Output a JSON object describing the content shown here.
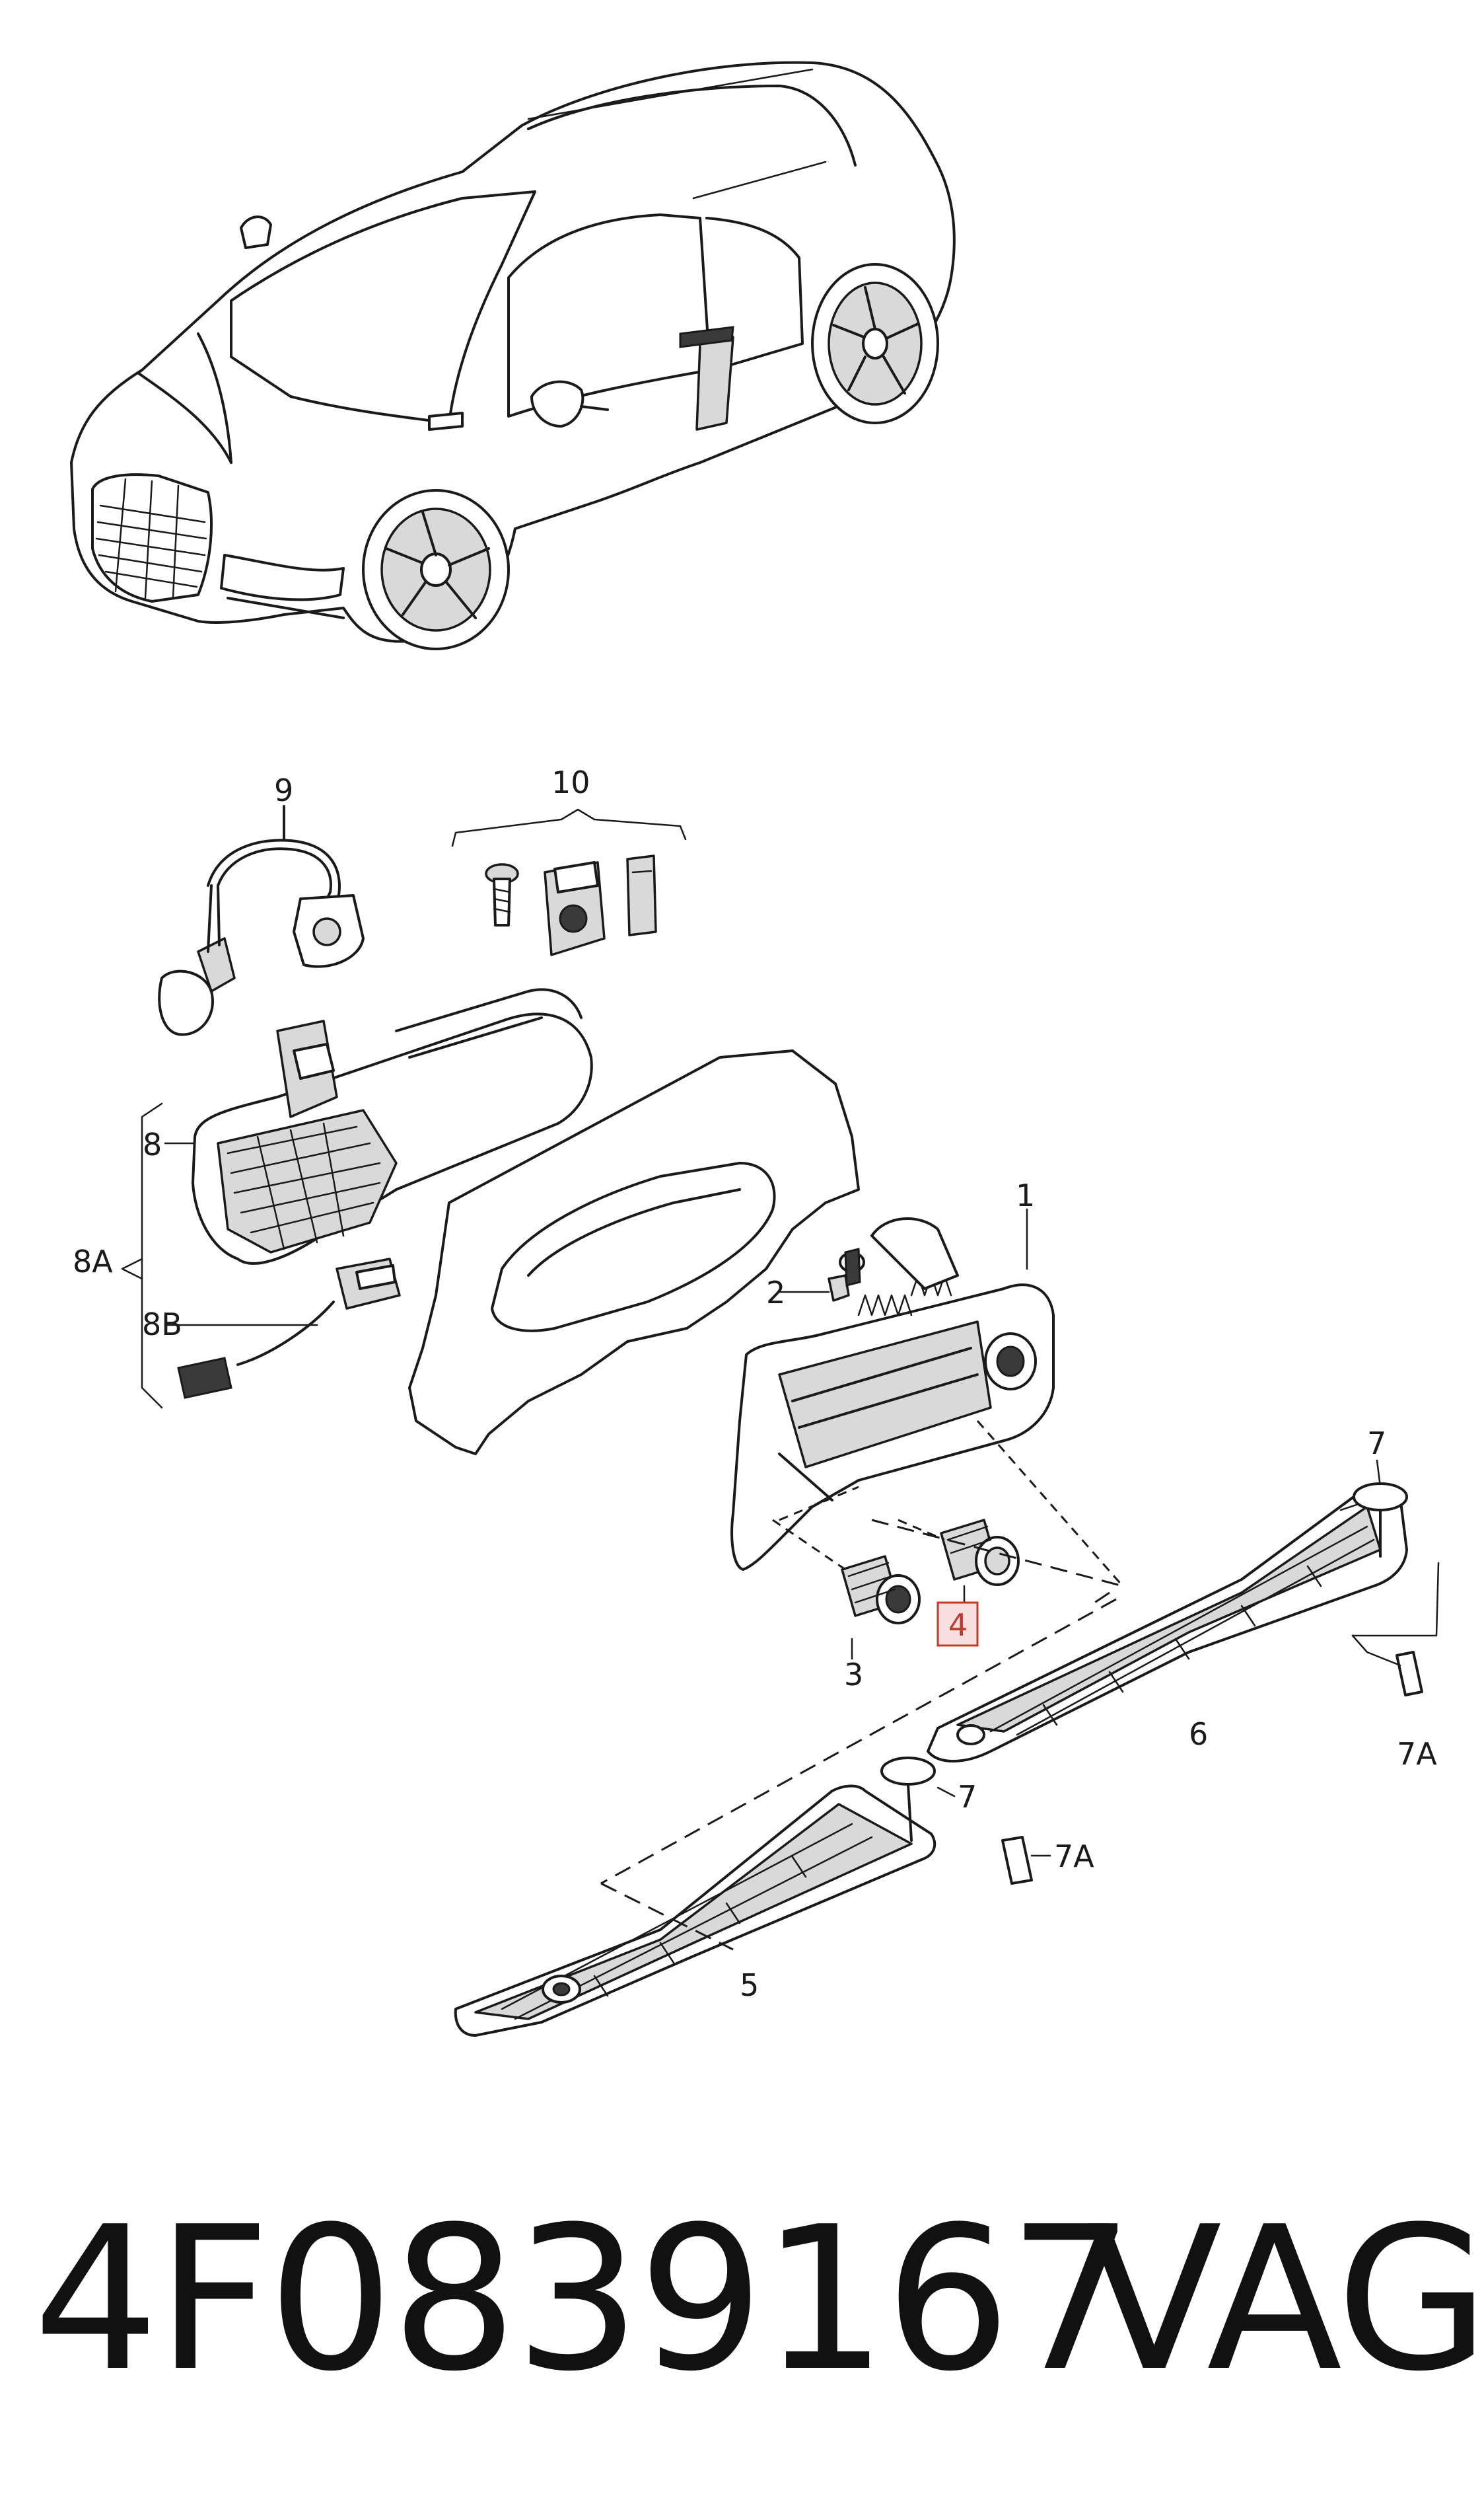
{
  "diagram": {
    "part_labels": {
      "p1": "1",
      "p2": "2",
      "p3": "3",
      "p4": "4",
      "p5": "5",
      "p6": "6",
      "p7_upper": "7",
      "p7_lower": "7",
      "p7a_upper": "7A",
      "p7a_lower": "7A",
      "p8": "8",
      "p8a": "8A",
      "p8b": "8B",
      "p9": "9",
      "p10": "10"
    },
    "highlighted_part": "4",
    "highlight_color": "#c0392b"
  },
  "footer": {
    "part_number": "4F0839167",
    "brand": "VAG"
  }
}
